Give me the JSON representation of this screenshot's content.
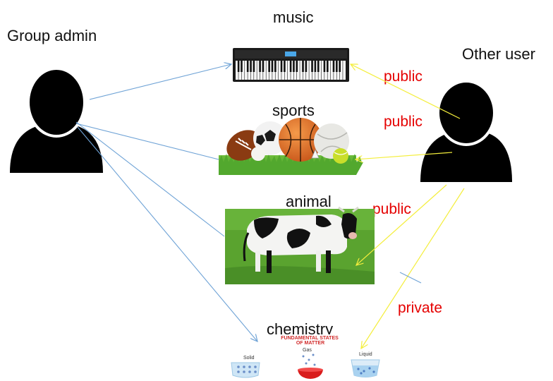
{
  "actors": {
    "admin": {
      "label": "Group admin"
    },
    "other": {
      "label": "Other user"
    }
  },
  "topics": {
    "music": {
      "label": "music"
    },
    "sports": {
      "label": "sports"
    },
    "animal": {
      "label": "animal"
    },
    "chemistry": {
      "label": "chemistry",
      "image_caption": "FUNDAMENTAL STATES OF MATTER",
      "states": [
        "Solid",
        "Gas",
        "Liquid"
      ]
    }
  },
  "edge_labels": {
    "music": "public",
    "sports": "public",
    "animal": "public",
    "chemistry": "private"
  },
  "colors": {
    "admin_edge": "#6fa3d6",
    "other_edge": "#f4ee3c",
    "edge_label": "#e50000",
    "icon": "#000000",
    "blocked_mark": "#6fa3d6"
  },
  "icons": {
    "admin": "person-silhouette-icon",
    "other": "person-silhouette-icon",
    "music": "keyboard-piano-icon",
    "sports": "sports-balls-icon",
    "animal": "cow-photo-icon",
    "chemistry": "states-of-matter-icon"
  }
}
